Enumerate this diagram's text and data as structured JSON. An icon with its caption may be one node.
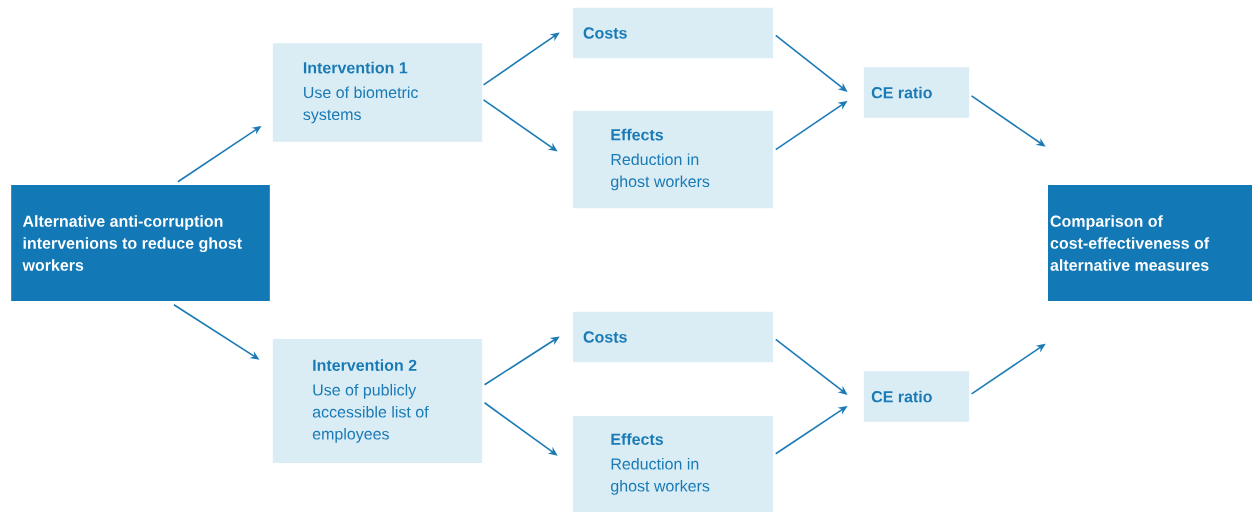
{
  "diagram": {
    "nodes": [
      {
        "text": [
          "Alternative anti-corruption intervenions to reduce ghost workers"
        ]
      },
      {
        "text": [
          "Intervention 1",
          "Use of biometric systems"
        ]
      },
      {
        "text": [
          "Costs"
        ]
      },
      {
        "text": [
          "Effects",
          "Reduction in ghost workers"
        ]
      },
      {
        "text": [
          "CE ratio"
        ]
      },
      {
        "text": [
          "Intervention 2",
          "Use of publicly accessible list of employees"
        ]
      },
      {
        "text": [
          "Costs"
        ]
      },
      {
        "text": [
          "Effects",
          "Reduction in ghost workers"
        ]
      },
      {
        "text": [
          "CE ratio"
        ]
      },
      {
        "text": [
          "Comparison of cost-effectiveness of alternative measures"
        ]
      }
    ],
    "edges": [
      {
        "from": 0,
        "to": 1,
        "arrow": "to"
      },
      {
        "from": 0,
        "to": 5,
        "arrow": "to"
      },
      {
        "from": 1,
        "to": 2,
        "arrow": "to"
      },
      {
        "from": 1,
        "to": 3,
        "arrow": "to"
      },
      {
        "from": 2,
        "to": 4,
        "arrow": "to"
      },
      {
        "from": 3,
        "to": 4,
        "arrow": "to"
      },
      {
        "from": 4,
        "to": 9,
        "arrow": "to"
      },
      {
        "from": 5,
        "to": 6,
        "arrow": "to"
      },
      {
        "from": 5,
        "to": 7,
        "arrow": "to"
      },
      {
        "from": 6,
        "to": 8,
        "arrow": "to"
      },
      {
        "from": 7,
        "to": 8,
        "arrow": "to"
      },
      {
        "from": 8,
        "to": 9,
        "arrow": "to"
      }
    ]
  }
}
